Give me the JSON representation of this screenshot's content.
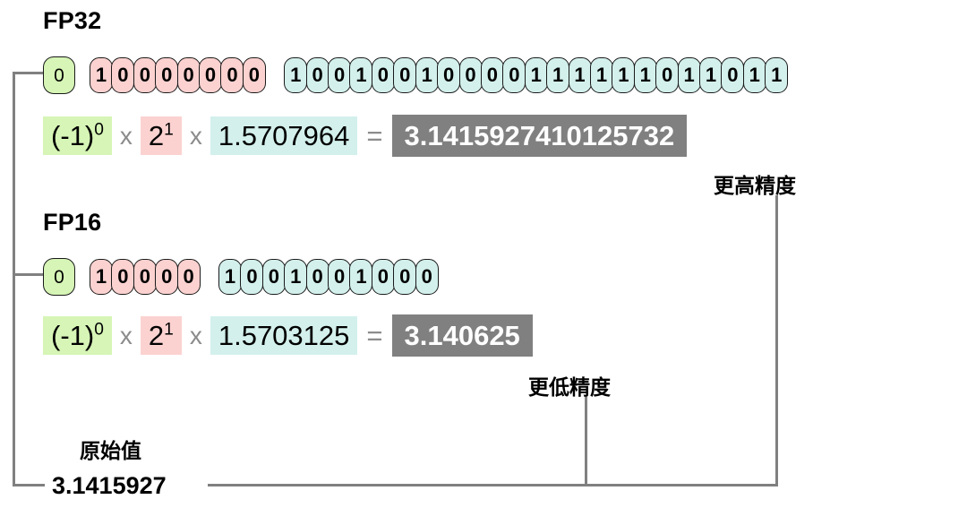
{
  "diagram": {
    "title_fp32": "FP32",
    "title_fp16": "FP16",
    "accent_sign": "#d6f5b6",
    "accent_exponent": "#fbd2d0",
    "accent_mantissa": "#d3f0ec",
    "accent_result": "#808080",
    "line_color": "#808080"
  },
  "fp32": {
    "label": "FP32",
    "sign_bits": [
      "0"
    ],
    "exponent_bits": [
      "1",
      "0",
      "0",
      "0",
      "0",
      "0",
      "0",
      "0"
    ],
    "mantissa_bits": [
      "1",
      "0",
      "0",
      "1",
      "0",
      "0",
      "1",
      "0",
      "0",
      "0",
      "0",
      "1",
      "1",
      "1",
      "1",
      "1",
      "1",
      "0",
      "1",
      "1",
      "0",
      "1",
      "1"
    ],
    "equation": {
      "sign_base": "(-1)",
      "sign_exp": "0",
      "op1": "x",
      "exp_base": "2",
      "exp_exp": "1",
      "op2": "x",
      "mantissa": "1.5707964",
      "equals": "=",
      "result": "3.1415927410125732"
    },
    "annotation": "更高精度"
  },
  "fp16": {
    "label": "FP16",
    "sign_bits": [
      "0"
    ],
    "exponent_bits": [
      "1",
      "0",
      "0",
      "0",
      "0"
    ],
    "mantissa_bits": [
      "1",
      "0",
      "0",
      "1",
      "0",
      "0",
      "1",
      "0",
      "0",
      "0"
    ],
    "equation": {
      "sign_base": "(-1)",
      "sign_exp": "0",
      "op1": "x",
      "exp_base": "2",
      "exp_exp": "1",
      "op2": "x",
      "mantissa": "1.5703125",
      "equals": "=",
      "result": "3.140625"
    },
    "annotation": "更低精度"
  },
  "original": {
    "label": "原始值",
    "value": "3.1415927"
  }
}
